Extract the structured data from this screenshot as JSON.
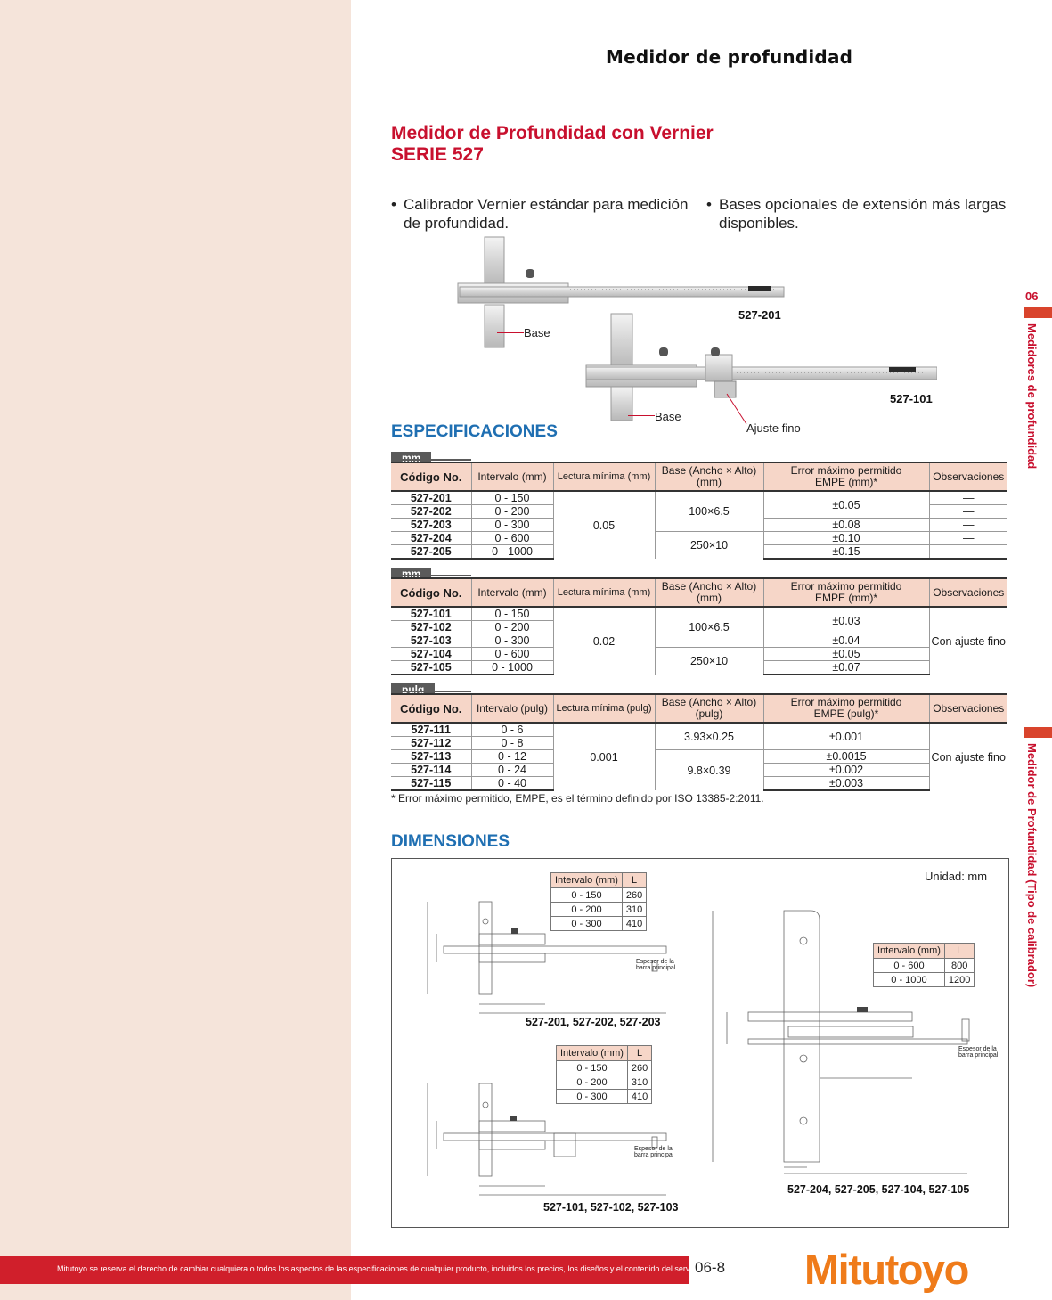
{
  "page_heading": "Medidor de profundidad",
  "product": {
    "title_line1": "Medidor de Profundidad con Vernier",
    "title_line2": "SERIE 527"
  },
  "bullets": [
    {
      "line1": "Calibrador Vernier estándar para medición",
      "line2": "de profundidad."
    },
    {
      "line1": "Bases opcionales de extensión más largas",
      "line2": "disponibles."
    }
  ],
  "photo_labels": {
    "base1": "Base",
    "model1": "527-201",
    "base2": "Base",
    "model2": "527-101",
    "fine": "Ajuste fino"
  },
  "spec_title": "ESPECIFICACIONES",
  "tables": [
    {
      "unit": "mm",
      "headers": [
        "Código No.",
        "Intervalo (mm)",
        "Lectura mínima (mm)",
        "Base (Ancho × Alto)|(mm)",
        "Error máximo permitido|EMPE (mm)*",
        "Observaciones"
      ],
      "codes": [
        "527-201",
        "527-202",
        "527-203",
        "527-204",
        "527-205"
      ],
      "ranges": [
        "0 - 150",
        "0 - 200",
        "0 - 300",
        "0 - 600",
        "0 - 1000"
      ],
      "resolution": "0.05",
      "bases": [
        "100×6.5",
        "250×10"
      ],
      "errors": [
        "±0.05",
        "±0.08",
        "±0.10",
        "±0.15"
      ],
      "remarks": [
        "—",
        "—",
        "—",
        "—",
        "—"
      ]
    },
    {
      "unit": "mm",
      "headers": [
        "Código No.",
        "Intervalo (mm)",
        "Lectura mínima (mm)",
        "Base (Ancho × Alto)|(mm)",
        "Error máximo permitido|EMPE (mm)*",
        "Observaciones"
      ],
      "codes": [
        "527-101",
        "527-102",
        "527-103",
        "527-104",
        "527-105"
      ],
      "ranges": [
        "0 - 150",
        "0 - 200",
        "0 - 300",
        "0 - 600",
        "0 - 1000"
      ],
      "resolution": "0.02",
      "bases": [
        "100×6.5",
        "250×10"
      ],
      "errors": [
        "±0.03",
        "±0.04",
        "±0.05",
        "±0.07"
      ],
      "remark": "Con ajuste fino"
    },
    {
      "unit": "pulg",
      "headers": [
        "Código No.",
        "Intervalo (pulg)",
        "Lectura mínima (pulg)",
        "Base (Ancho × Alto)|(pulg)",
        "Error máximo permitido|EMPE (pulg)*",
        "Observaciones"
      ],
      "codes": [
        "527-111",
        "527-112",
        "527-113",
        "527-114",
        "527-115"
      ],
      "ranges": [
        "0 - 6",
        "0 - 8",
        "0 - 12",
        "0 - 24",
        "0 - 40"
      ],
      "resolution": "0.001",
      "bases": [
        "3.93×0.25",
        "9.8×0.39"
      ],
      "errors": [
        "±0.001",
        "±0.0015",
        "±0.002",
        "±0.003"
      ],
      "remark": "Con ajuste fino"
    }
  ],
  "footnote": "* Error máximo permitido, EMPE, es el término definido por ISO 13385-2:2011.",
  "dim_title": "DIMENSIONES",
  "dimensions": {
    "unit": "Unidad: mm",
    "mini_header": [
      "Intervalo (mm)",
      "L"
    ],
    "mini1": [
      [
        "0 - 150",
        "260"
      ],
      [
        "0 - 200",
        "310"
      ],
      [
        "0 - 300",
        "410"
      ]
    ],
    "mini2": [
      [
        "0 - 150",
        "260"
      ],
      [
        "0 - 200",
        "310"
      ],
      [
        "0 - 300",
        "410"
      ]
    ],
    "mini3": [
      [
        "0 - 600",
        "800"
      ],
      [
        "0 - 1000",
        "1200"
      ]
    ],
    "caption1": "527-201, 527-202, 527-203",
    "caption2": "527-101, 527-102, 527-103",
    "caption3": "527-204, 527-205, 527-104, 527-105",
    "beam_label": "Espesor de la barra principal"
  },
  "side": {
    "chapter": "06",
    "tab1": "Medidores de profundidad",
    "tab2": "Medidor de Profundidad (Tipo de calibrador)"
  },
  "footer": {
    "disclaimer": "Mitutoyo se reserva el derecho de cambiar cualquiera o todos los aspectos de las especificaciones de cualquier producto, incluidos los precios, los diseños y el contenido del servicio, sin previo aviso.",
    "page": "06-8",
    "logo": "Mitutoyo"
  }
}
